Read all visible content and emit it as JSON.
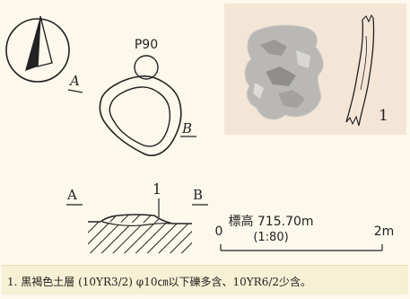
{
  "plan": {
    "pit_label": "P90",
    "section_start": "A",
    "section_end": "B"
  },
  "photo": {
    "artifact_number": "1"
  },
  "section": {
    "start": "A",
    "end": "B",
    "layer_number": "1"
  },
  "scale": {
    "elevation": "標高 715.70m",
    "ratio": "(1:80)",
    "min": "0",
    "max": "2m"
  },
  "caption": {
    "text": "1. 黒褐色土層 (10YR3/2) φ10㎝以下礫多含、10YR6/2少含。"
  },
  "colors": {
    "background": "#fdf8ec",
    "photo_panel": "#f4e6d6",
    "caption_bar": "#f6f0d4",
    "ink": "#222222"
  }
}
